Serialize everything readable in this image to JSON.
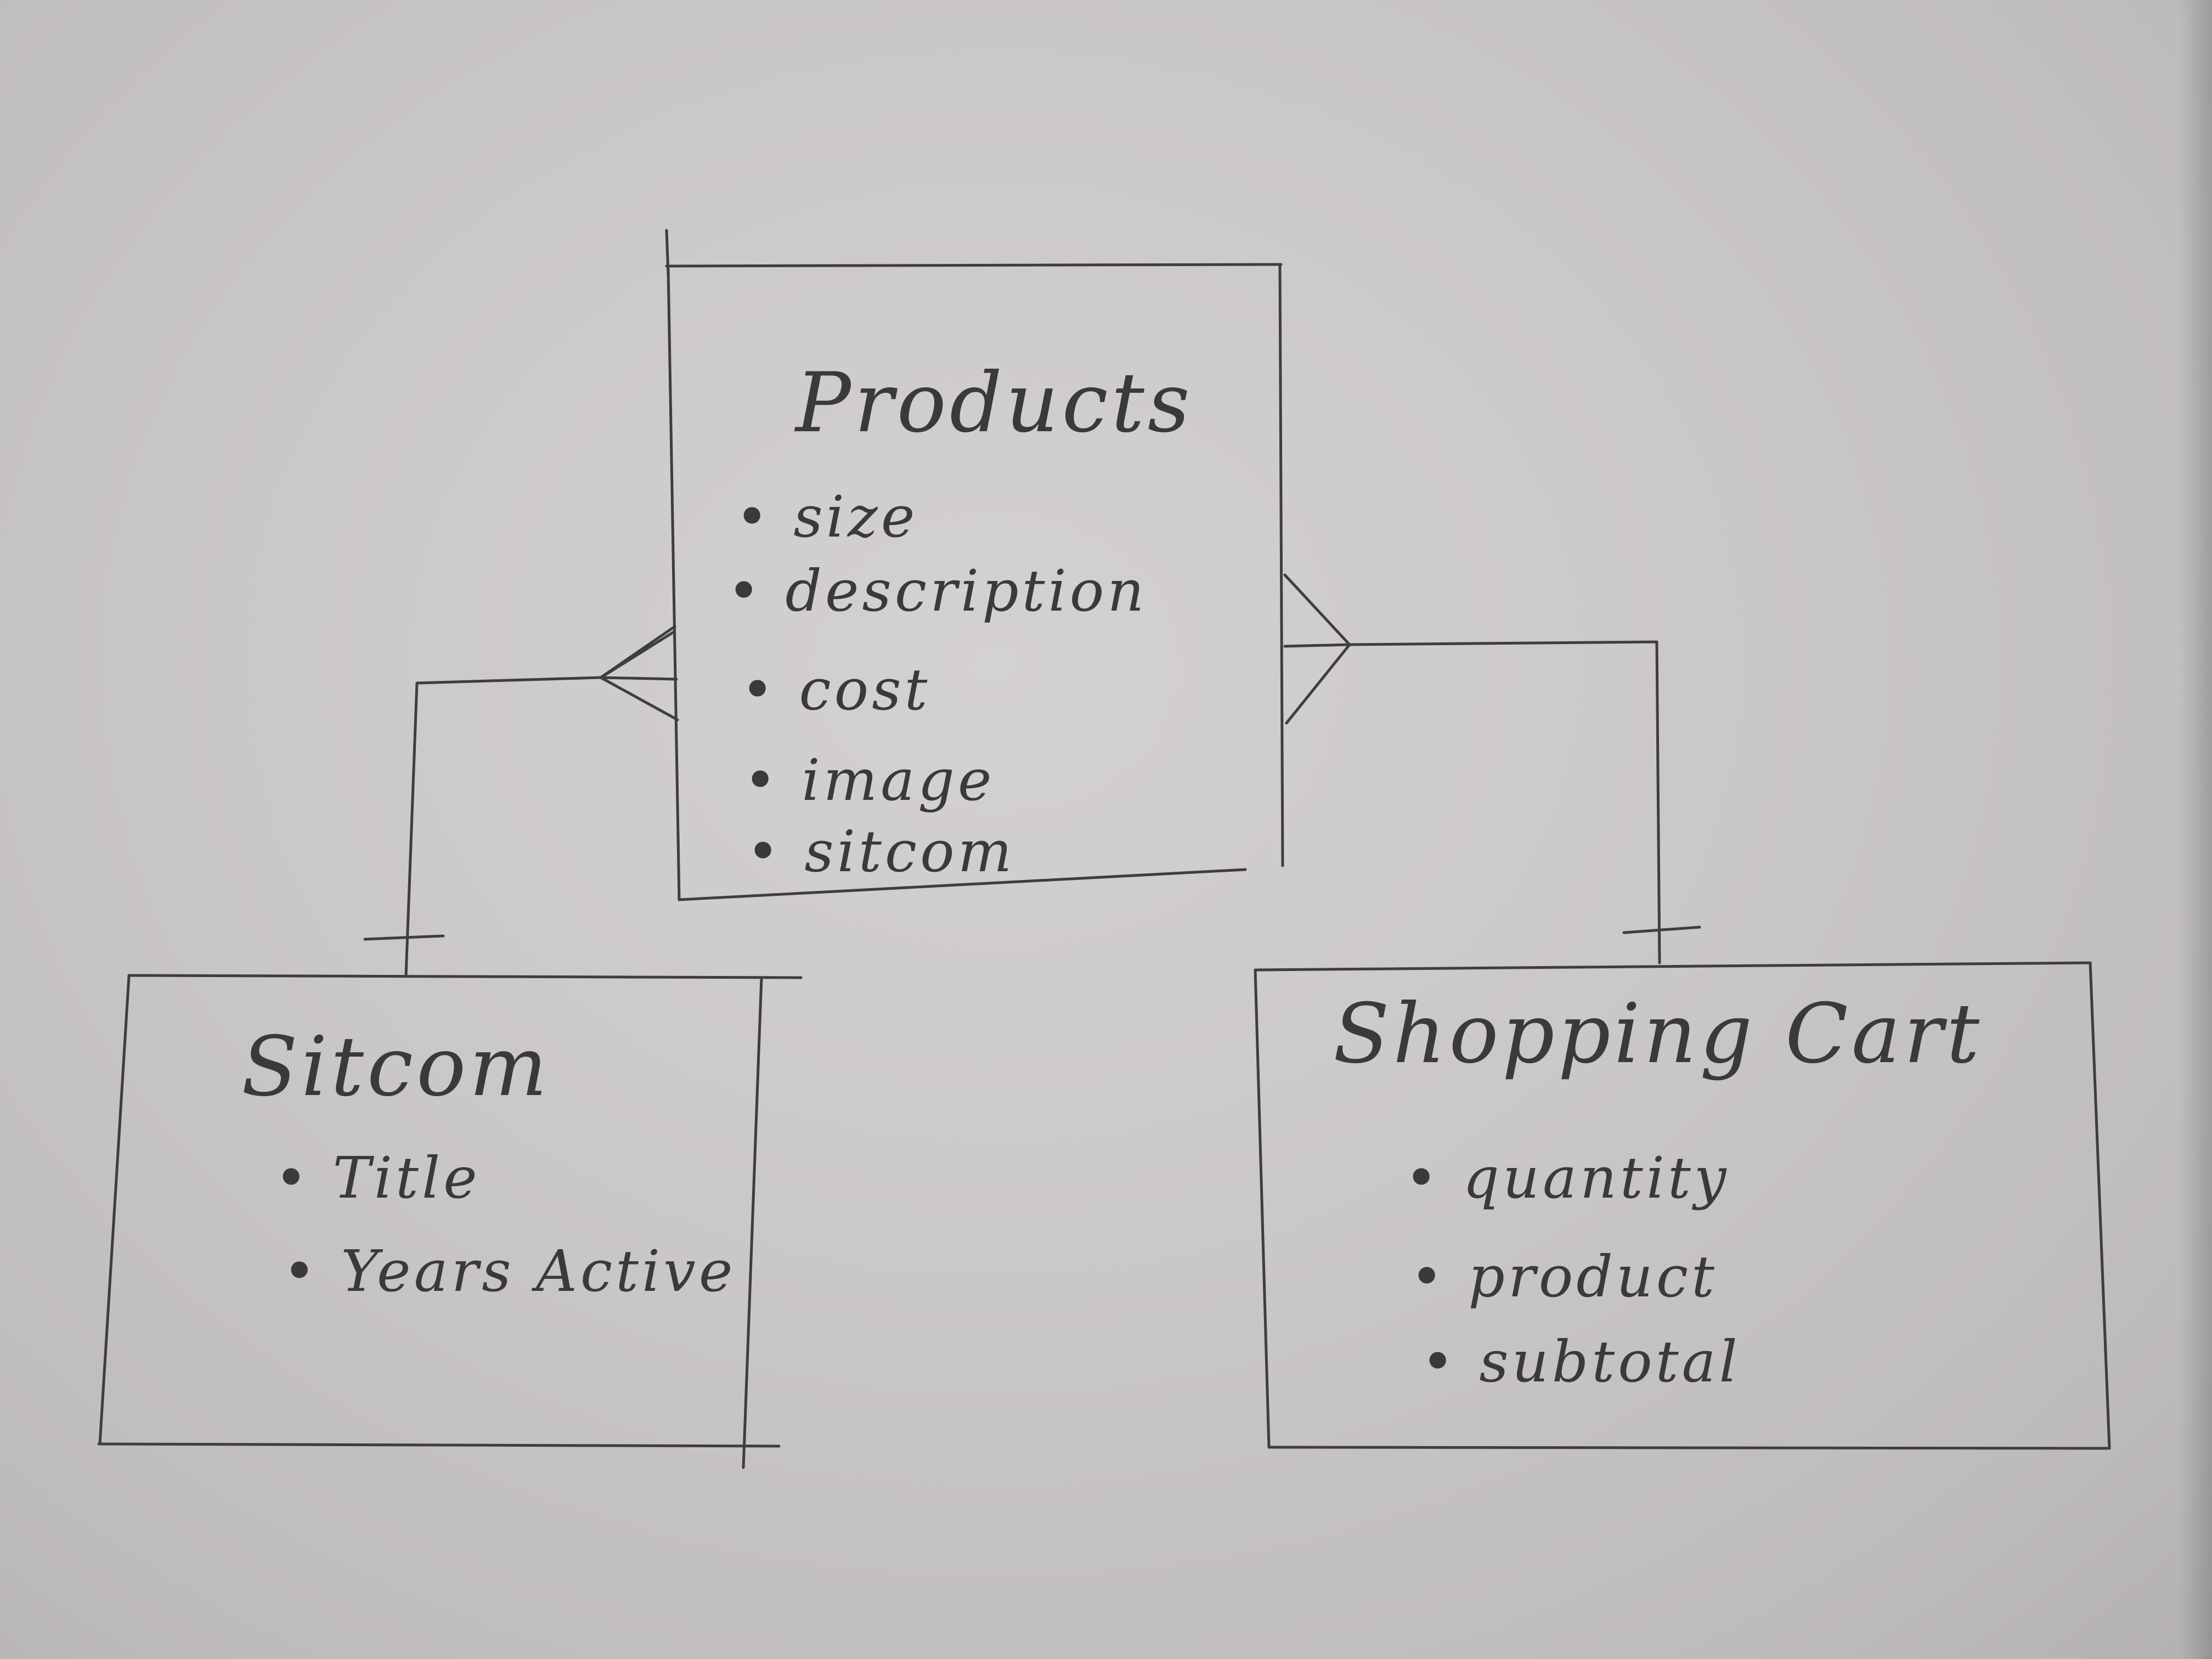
{
  "entities": {
    "products": {
      "title": "Products",
      "attributes": [
        "size",
        "description",
        "cost",
        "image",
        "sitcom"
      ]
    },
    "sitcom": {
      "title": "Sitcom",
      "attributes": [
        "Title",
        "Years Active"
      ]
    },
    "shopping_cart": {
      "title": "Shopping Cart",
      "attributes": [
        "quantity",
        "product",
        "subtotal"
      ]
    }
  },
  "bullet": "•",
  "relationships": [
    {
      "from": "sitcom",
      "to": "products",
      "from_cardinality": "one",
      "to_cardinality": "many"
    },
    {
      "from": "shopping_cart",
      "to": "products",
      "from_cardinality": "one",
      "to_cardinality": "many"
    }
  ],
  "colors": {
    "paper": "#cac7c7",
    "pencil": "#3e3d3f"
  }
}
